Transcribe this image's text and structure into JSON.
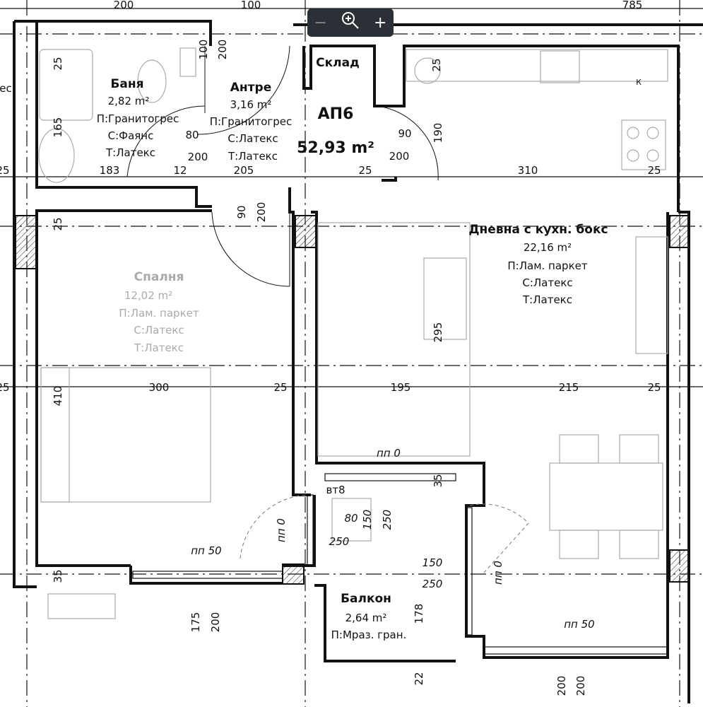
{
  "viewer": {
    "zoom_out": "−",
    "zoom_icon": "zoom-magnifier-icon",
    "zoom_in": "+"
  },
  "plan": {
    "apartment": {
      "name": "АП6",
      "area": "52,93 m²"
    },
    "rooms": {
      "bath": {
        "name": "Баня",
        "area": "2,82 m²",
        "floor": "П:Гранитогрес",
        "walls": "С:Фаянс",
        "ceiling": "Т:Латекс"
      },
      "hall": {
        "name": "Антре",
        "area": "3,16 m²",
        "floor": "П:Гранитогрес",
        "walls": "С:Латекс",
        "ceiling": "Т:Латекс"
      },
      "storage": {
        "name": "Склад"
      },
      "bedroom": {
        "name": "Спалня",
        "area": "12,02 m²",
        "floor": "П:Лам. паркет",
        "walls": "С:Латекс",
        "ceiling": "Т:Латекс"
      },
      "living": {
        "name": "Дневна с кухн. бокс",
        "area": "22,16 m²",
        "floor": "П:Лам. паркет",
        "walls": "С:Латекс",
        "ceiling": "Т:Латекс"
      },
      "balcony": {
        "name": "Балкон",
        "area": "2,64 m²",
        "floor": "П:Мраз. гран."
      }
    },
    "left_edge_text": "ес",
    "kitchen_label": "К",
    "dims": {
      "top_200": "200",
      "top_100": "100",
      "top_785": "785",
      "bath_25": "25",
      "bath_165": "165",
      "left_25a": "25",
      "bath_183": "183",
      "bath_12": "12",
      "door_80": "80",
      "door_200": "200",
      "hall_100": "100",
      "hall_200": "200",
      "hall_205": "205",
      "store_25": "25",
      "door2_90": "90",
      "door2_200": "200",
      "v_190": "190",
      "h_25a": "25",
      "h_310": "310",
      "h_25b": "25",
      "bed_25": "25",
      "door3_90": "90",
      "door3_200": "200",
      "v_295": "295",
      "left_25b": "25",
      "v_410": "410",
      "h_300": "300",
      "h_25c": "25",
      "h_195": "195",
      "h_215": "215",
      "h_25d": "25",
      "pp0_top": "пп 0",
      "vt8": "вт8",
      "v_35": "35",
      "win_80": "80",
      "win_150": "150",
      "win_250v": "250",
      "win_250": "250",
      "pp0_left": "пп 0",
      "pp0_right": "пп 0",
      "d_150": "150",
      "d_250": "250",
      "pp50_left": "пп 50",
      "v_35b": "35",
      "v_178": "178",
      "v_175": "175",
      "v_200a": "200",
      "pp50_right": "пп 50",
      "v_22": "22",
      "v_200b": "200",
      "v_200c": "200"
    }
  }
}
